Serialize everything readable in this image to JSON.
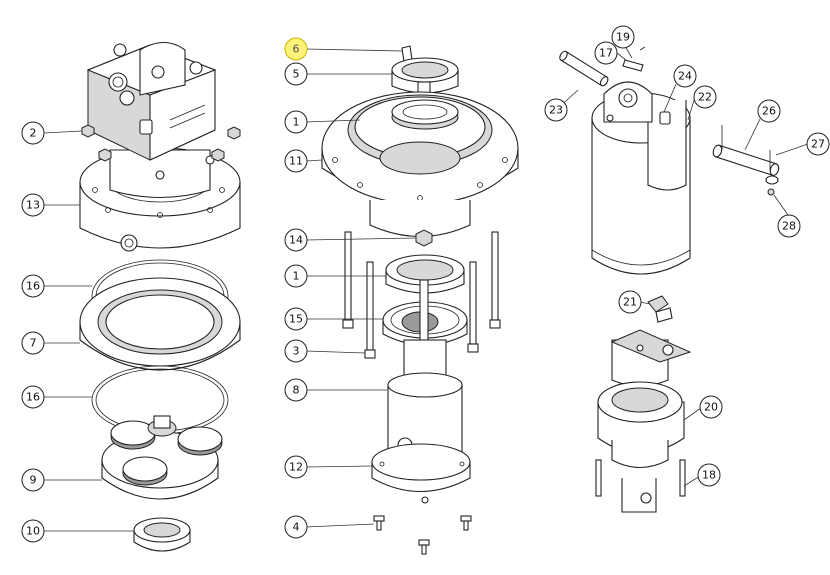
{
  "callouts": [
    {
      "id": "c6",
      "label": "6",
      "highlighted": true
    },
    {
      "id": "c5",
      "label": "5"
    },
    {
      "id": "c1a",
      "label": "1"
    },
    {
      "id": "c11",
      "label": "11"
    },
    {
      "id": "c14",
      "label": "14"
    },
    {
      "id": "c1b",
      "label": "1"
    },
    {
      "id": "c15",
      "label": "15"
    },
    {
      "id": "c3",
      "label": "3"
    },
    {
      "id": "c8",
      "label": "8"
    },
    {
      "id": "c12",
      "label": "12"
    },
    {
      "id": "c4",
      "label": "4"
    },
    {
      "id": "c2",
      "label": "2"
    },
    {
      "id": "c13",
      "label": "13"
    },
    {
      "id": "c16a",
      "label": "16"
    },
    {
      "id": "c7",
      "label": "7"
    },
    {
      "id": "c16b",
      "label": "16"
    },
    {
      "id": "c9",
      "label": "9"
    },
    {
      "id": "c10",
      "label": "10"
    },
    {
      "id": "c19",
      "label": "19"
    },
    {
      "id": "c17",
      "label": "17"
    },
    {
      "id": "c23",
      "label": "23"
    },
    {
      "id": "c24",
      "label": "24"
    },
    {
      "id": "c22",
      "label": "22"
    },
    {
      "id": "c26",
      "label": "26"
    },
    {
      "id": "c27",
      "label": "27"
    },
    {
      "id": "c28",
      "label": "28"
    },
    {
      "id": "c21",
      "label": "21"
    },
    {
      "id": "c20",
      "label": "20"
    },
    {
      "id": "c18",
      "label": "18"
    }
  ],
  "colors": {
    "highlight": "#fff27a",
    "line": "#222222"
  }
}
